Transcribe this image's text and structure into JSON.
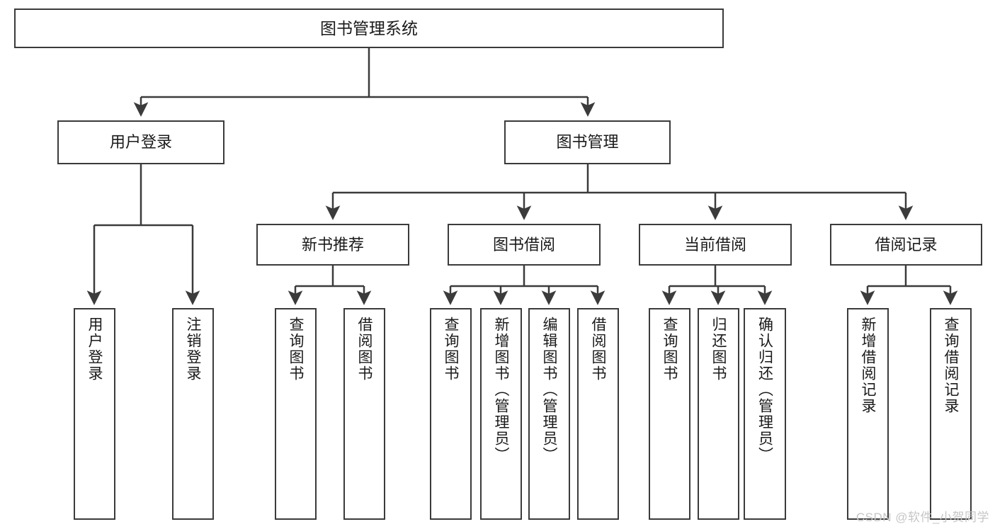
{
  "diagram": {
    "type": "tree-hierarchy",
    "title": "图书管理系统",
    "root": {
      "label": "图书管理系统"
    },
    "level2": [
      {
        "id": "user-login",
        "label": "用户登录"
      },
      {
        "id": "book-manage",
        "label": "图书管理"
      }
    ],
    "level3": [
      {
        "id": "new-book-rec",
        "label": "新书推荐",
        "parent": "book-manage"
      },
      {
        "id": "book-borrow",
        "label": "图书借阅",
        "parent": "book-manage"
      },
      {
        "id": "current-borrow",
        "label": "当前借阅",
        "parent": "book-manage"
      },
      {
        "id": "borrow-record",
        "label": "借阅记录",
        "parent": "book-manage"
      }
    ],
    "leaves": [
      {
        "id": "leaf-1",
        "label": "用户登录",
        "parent": "user-login"
      },
      {
        "id": "leaf-2",
        "label": "注销登录",
        "parent": "user-login"
      },
      {
        "id": "leaf-3",
        "label": "查询图书",
        "parent": "new-book-rec"
      },
      {
        "id": "leaf-4",
        "label": "借阅图书",
        "parent": "new-book-rec"
      },
      {
        "id": "leaf-5",
        "label": "查询图书",
        "parent": "book-borrow"
      },
      {
        "id": "leaf-6",
        "label": "新增图书（管理员）",
        "parent": "book-borrow"
      },
      {
        "id": "leaf-7",
        "label": "编辑图书（管理员）",
        "parent": "book-borrow"
      },
      {
        "id": "leaf-8",
        "label": "借阅图书",
        "parent": "book-borrow"
      },
      {
        "id": "leaf-9",
        "label": "查询图书",
        "parent": "current-borrow"
      },
      {
        "id": "leaf-10",
        "label": "归还图书",
        "parent": "current-borrow"
      },
      {
        "id": "leaf-11",
        "label": "确认归还（管理员）",
        "parent": "current-borrow"
      },
      {
        "id": "leaf-12",
        "label": "新增借阅记录",
        "parent": "borrow-record"
      },
      {
        "id": "leaf-13",
        "label": "查询借阅记录",
        "parent": "borrow-record"
      }
    ],
    "colors": {
      "stroke": "#3b3b3b",
      "fill": "#ffffff",
      "text": "#1a1a1a",
      "watermark": "#c6c6c6"
    }
  },
  "watermark": {
    "text": "CSDN @软件_小贺同学"
  }
}
